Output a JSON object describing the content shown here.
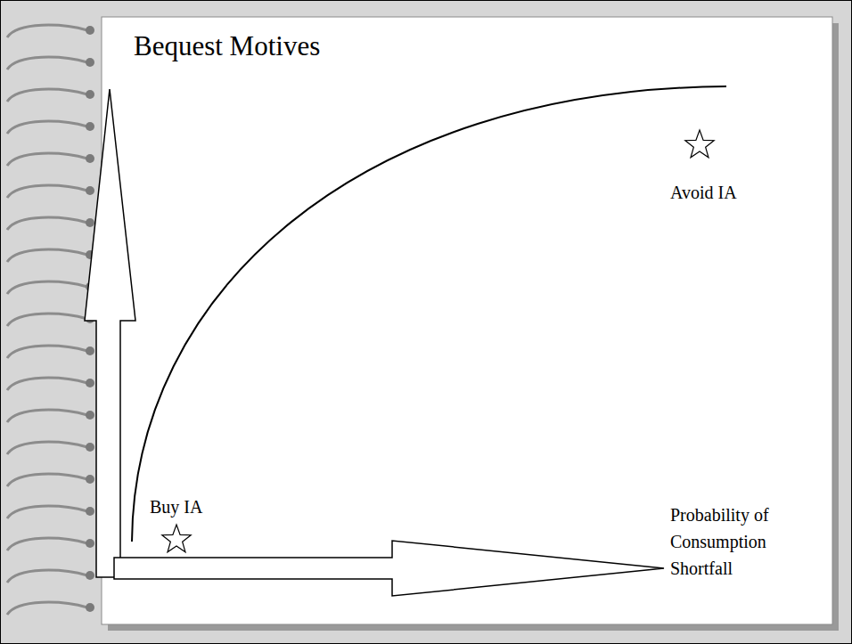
{
  "diagram": {
    "labels": [
      "Bequest Motives",
      "Avoid IA",
      "Buy IA",
      "Probability of Consumption Shortfall"
    ]
  }
}
